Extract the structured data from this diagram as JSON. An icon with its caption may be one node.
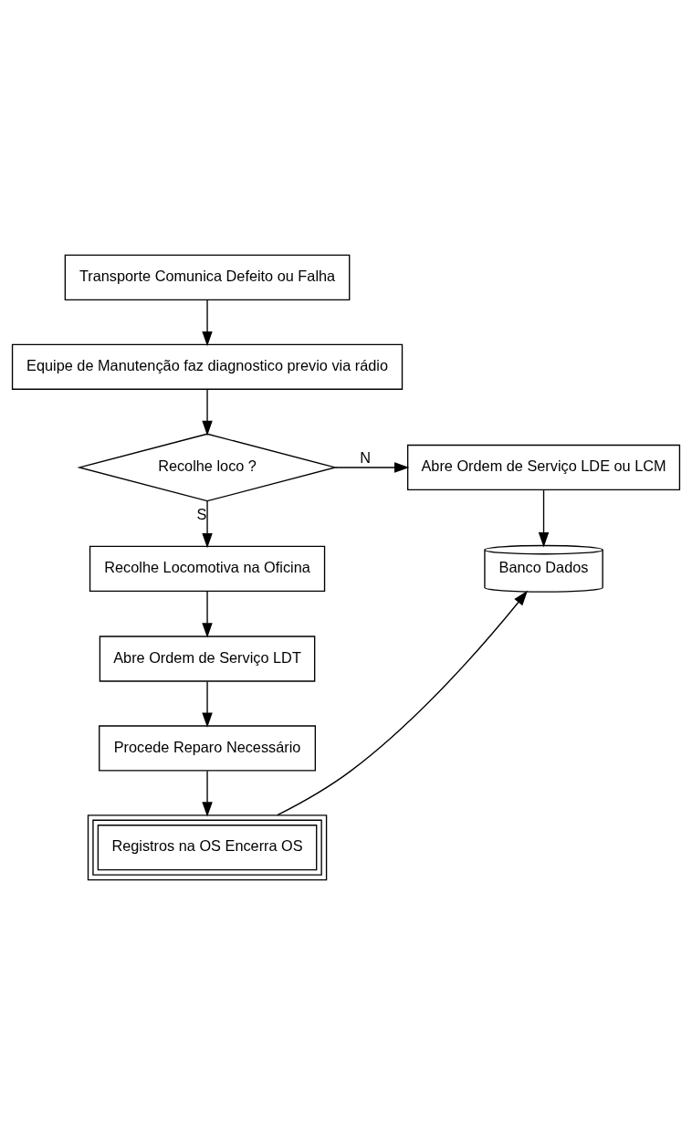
{
  "diagram": {
    "nodes": [
      {
        "text": [
          "Transporte Comunica Defeito ou Falha"
        ]
      },
      {
        "text": [
          "Equipe de Manutenção faz diagnostico previo via rádio"
        ]
      },
      {
        "text": [
          "Recolhe loco ?"
        ]
      },
      {
        "text": [
          "Abre Ordem de Serviço LDE ou LCM"
        ]
      },
      {
        "text": [
          "Banco Dados"
        ]
      },
      {
        "text": [
          "Recolhe Locomotiva na Oficina"
        ]
      },
      {
        "text": [
          "Abre Ordem de Serviço LDT"
        ]
      },
      {
        "text": [
          "Procede Reparo Necessário"
        ]
      },
      {
        "text": [
          "Registros na OS Encerra OS"
        ]
      }
    ],
    "edges": [
      {
        "from": 0,
        "to": 1,
        "arrow": "to"
      },
      {
        "from": 1,
        "to": 2,
        "arrow": "to"
      },
      {
        "from": 2,
        "to": 3,
        "arrow": "to",
        "label": "N"
      },
      {
        "from": 3,
        "to": 4,
        "arrow": "to"
      },
      {
        "from": 2,
        "to": 5,
        "arrow": "to",
        "label": "S"
      },
      {
        "from": 5,
        "to": 6,
        "arrow": "to"
      },
      {
        "from": 6,
        "to": 7,
        "arrow": "to"
      },
      {
        "from": 7,
        "to": 8,
        "arrow": "to"
      },
      {
        "from": 8,
        "to": 4,
        "arrow": "to"
      }
    ]
  }
}
